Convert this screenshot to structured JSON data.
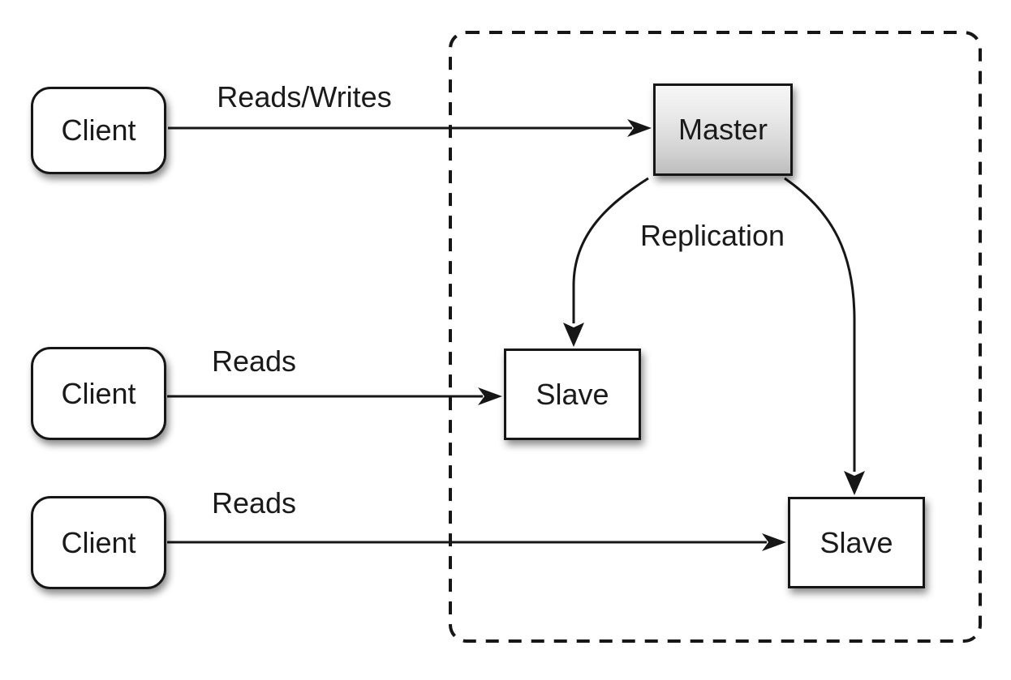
{
  "diagram": {
    "nodes": {
      "client_top": {
        "label": "Client"
      },
      "client_middle": {
        "label": "Client"
      },
      "client_bottom": {
        "label": "Client"
      },
      "master": {
        "label": "Master"
      },
      "slave_left": {
        "label": "Slave"
      },
      "slave_right": {
        "label": "Slave"
      }
    },
    "edges": {
      "reads_writes": {
        "label": "Reads/Writes",
        "from": "client_top",
        "to": "master"
      },
      "reads_middle": {
        "label": "Reads",
        "from": "client_middle",
        "to": "slave_left"
      },
      "reads_bottom": {
        "label": "Reads",
        "from": "client_bottom",
        "to": "slave_right"
      },
      "replication_left": {
        "label": "Replication",
        "from": "master",
        "to": "slave_left"
      },
      "replication_right": {
        "label": "Replication",
        "from": "master",
        "to": "slave_right"
      }
    },
    "colors": {
      "stroke": "#161616",
      "node_fill": "#ffffff",
      "master_gradient_top": "#f6f6f6",
      "master_gradient_bottom": "#bdbdbd",
      "background": "#ffffff"
    }
  }
}
